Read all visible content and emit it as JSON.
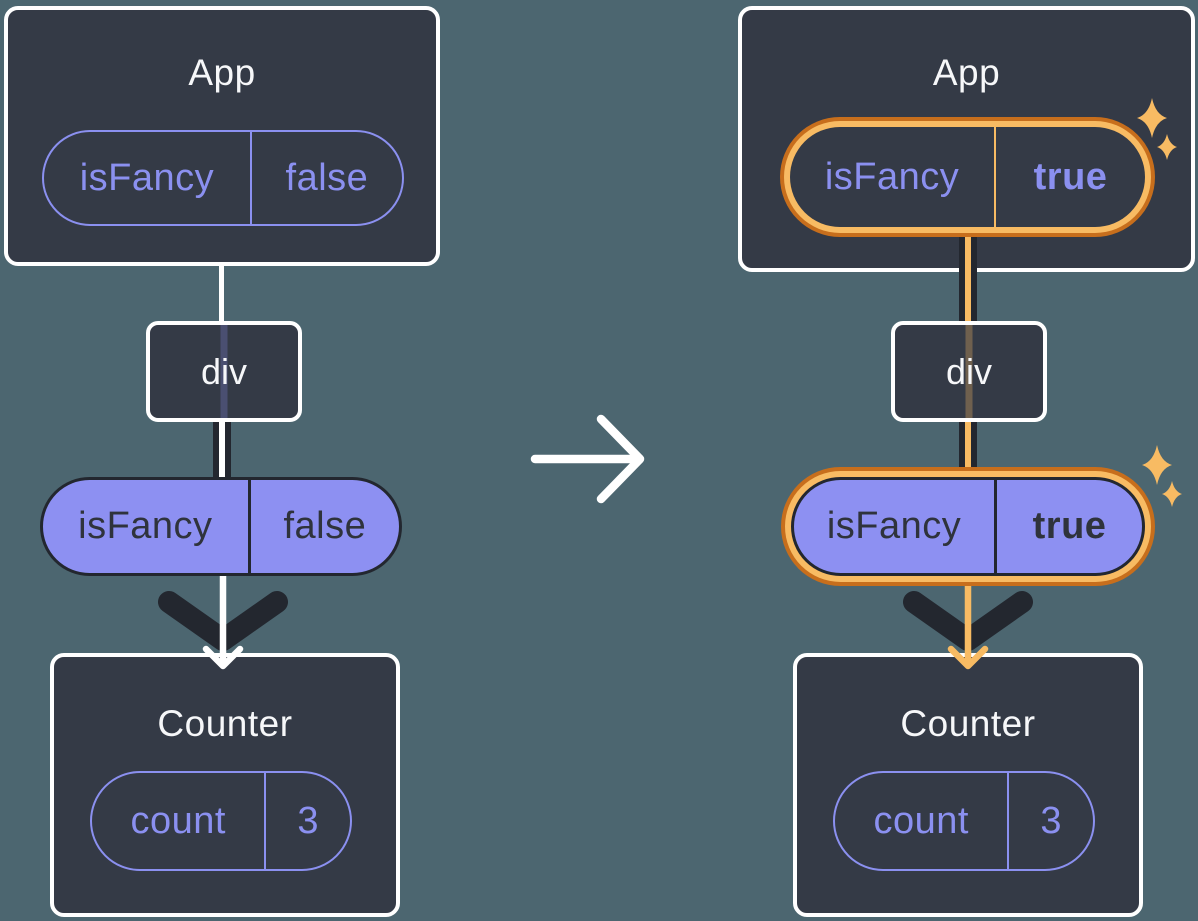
{
  "colors": {
    "bg": "#4C6670",
    "card": "#343A46",
    "white": "#FFFFFF",
    "light_text": "#F6F7F9",
    "purple": "#8B90F0",
    "purple_fill": "#8D90F2",
    "dark": "#23272F",
    "dark_text": "#2F333C",
    "orange_light": "#F8BB63",
    "orange_dark": "#C76E1C",
    "stripe_purple": "rgba(141,144,242,0.25)",
    "stripe_orange": "rgba(248,187,99,0.30)"
  },
  "before": {
    "app": {
      "title": "App",
      "prop_name": "isFancy",
      "prop_value": "false"
    },
    "div_label": "div",
    "passed_prop": {
      "name": "isFancy",
      "value": "false"
    },
    "counter": {
      "title": "Counter",
      "state_name": "count",
      "state_value": "3"
    }
  },
  "after": {
    "app": {
      "title": "App",
      "prop_name": "isFancy",
      "prop_value": "true"
    },
    "div_label": "div",
    "passed_prop": {
      "name": "isFancy",
      "value": "true"
    },
    "counter": {
      "title": "Counter",
      "state_name": "count",
      "state_value": "3"
    }
  },
  "icons": {
    "transition_arrow": "right-arrow",
    "flow_arrow": "down-chevron-arrow",
    "sparkles": "sparkles"
  }
}
